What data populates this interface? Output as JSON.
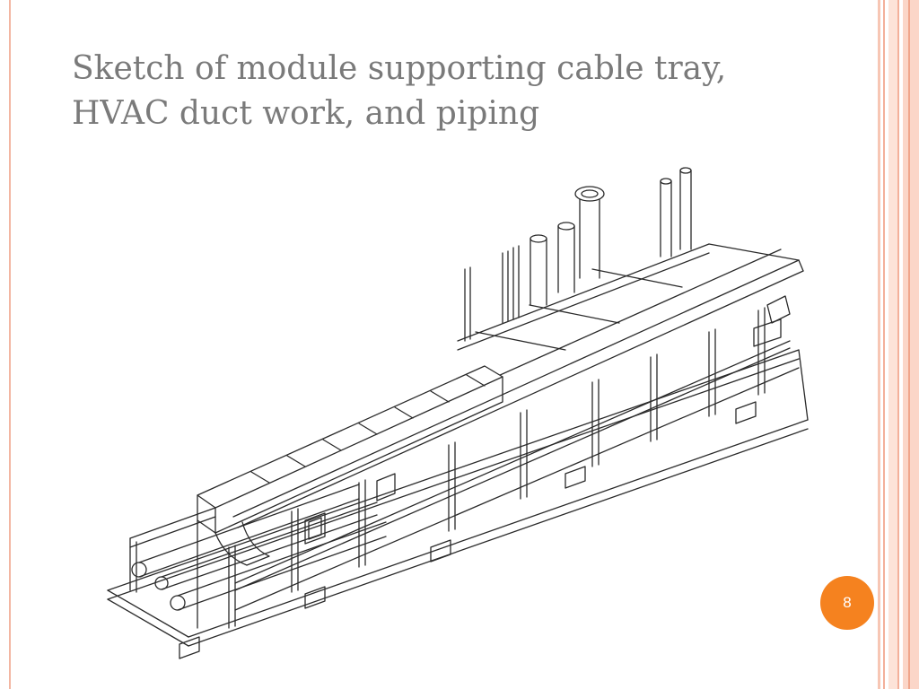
{
  "slide": {
    "title_line1": "Sketch of module supporting cable tray,",
    "title_line2": "HVAC duct work, and piping",
    "page_number": "8"
  },
  "colors": {
    "title_text": "#7a7a7a",
    "page_badge": "#f5821f",
    "border_accent": "#f3b09a"
  }
}
